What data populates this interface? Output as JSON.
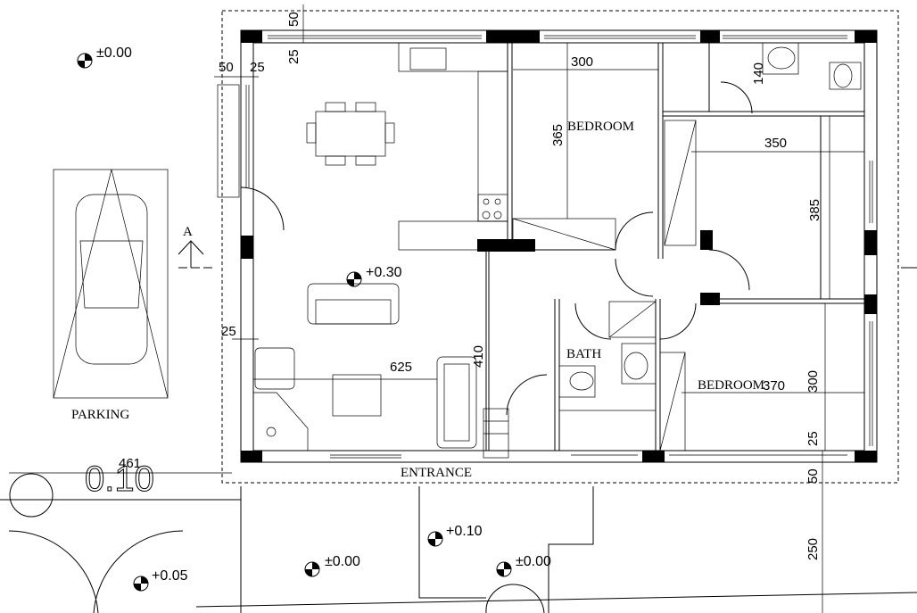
{
  "rooms": {
    "bedroom_1": "BEDROOM",
    "bedroom_2": "BEDROOM",
    "bath": "BATH",
    "parking": "PARKING",
    "entrance": "ENTRANCE"
  },
  "section_marker": "A",
  "dimensions": {
    "top_50": "50",
    "top_25": "25",
    "left_50": "50",
    "left_25": "25",
    "bed1_width": "300",
    "bed1_height": "365",
    "wc_140": "140",
    "bed2_width": "350",
    "bed2_height": "385",
    "living_width": "625",
    "living_410": "410",
    "left_25b": "25",
    "bed3_width": "370",
    "bed3_height": "300",
    "right_25": "25",
    "right_50": "50",
    "right_250": "250",
    "parking_461": "461"
  },
  "big_level": "0.10",
  "levels": {
    "parking_top": "±0.00",
    "living": "+0.30",
    "entry_walk": "+0.10",
    "yard_1": "±0.00",
    "yard_2": "±0.00",
    "gate": "+0.05"
  },
  "colors": {
    "line": "#000000",
    "background": "#ffffff"
  }
}
